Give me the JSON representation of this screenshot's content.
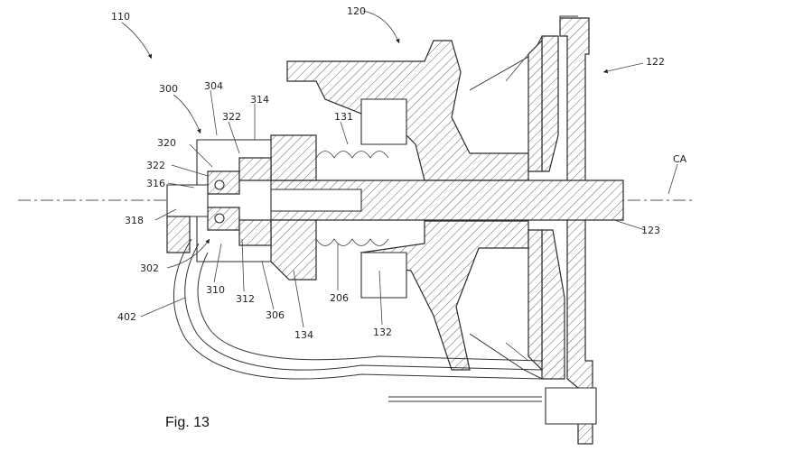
{
  "figure_caption": "Fig. 13",
  "axis_label": "CA",
  "labels": {
    "l110": "110",
    "l120": "120",
    "l122": "122",
    "l300": "300",
    "l304": "304",
    "l314": "314",
    "l322a": "322",
    "l322b": "322",
    "l320": "320",
    "l316": "316",
    "l318": "318",
    "l131": "131",
    "l123": "123",
    "l302": "302",
    "l310": "310",
    "l312": "312",
    "l306": "306",
    "l134": "134",
    "l206": "206",
    "l132": "132",
    "l402": "402"
  }
}
